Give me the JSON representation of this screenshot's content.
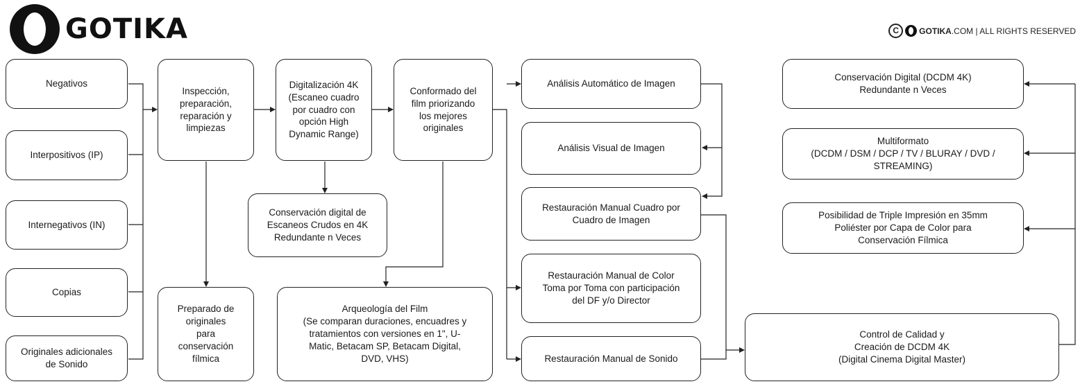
{
  "header": {
    "logo_text": "GOTIKA",
    "copyright": {
      "symbol": "C",
      "brand": "GOTIKA",
      "rest": ".COM | ALL RIGHTS RESERVED"
    }
  },
  "boxes": {
    "negativos": "Negativos",
    "interpositivos": "Interpositivos (IP)",
    "internegativos": "Internegativos (IN)",
    "copias": "Copias",
    "originales_sonido": "Originales adicionales\nde Sonido",
    "inspeccion": "Inspección,\npreparación,\nreparación y\nlimpiezas",
    "preparado": "Preparado de\noriginales\npara\nconservación\nfílmica",
    "digitalizacion": "Digitalización 4K\n(Escaneo cuadro\npor cuadro con\nopción High\nDynamic Range)",
    "conservacion_crudos": "Conservación digital de\nEscaneos Crudos en 4K\nRedundante n Veces",
    "conformado": "Conformado del\nfilm priorizando\nlos mejores\noriginales",
    "arqueologia": "Arqueología del Film\n(Se comparan duraciones, encuadres y\ntratamientos con versiones en 1\", U-\nMatic, Betacam SP, Betacam Digital,\nDVD, VHS)",
    "analisis_auto": "Análisis Automático de Imagen",
    "analisis_visual": "Análisis Visual de Imagen",
    "restauracion_cuadro": "Restauración Manual Cuadro por\nCuadro de Imagen",
    "restauracion_color": "Restauración Manual de Color\nToma por Toma con participación\ndel DF y/o Director",
    "restauracion_sonido": "Restauración Manual de Sonido",
    "control_calidad": "Control de Calidad y\nCreación de DCDM 4K\n(Digital Cinema Digital Master)",
    "conservacion_digital": "Conservación Digital (DCDM 4K)\nRedundante n Veces",
    "multiformato": "Multiformato\n(DCDM / DSM / DCP / TV / BLURAY / DVD /\nSTREAMING)",
    "triple_impresion": "Posibilidad de Triple Impresión en 35mm\nPoliéster por Capa de Color para\nConservación Fílmica"
  }
}
